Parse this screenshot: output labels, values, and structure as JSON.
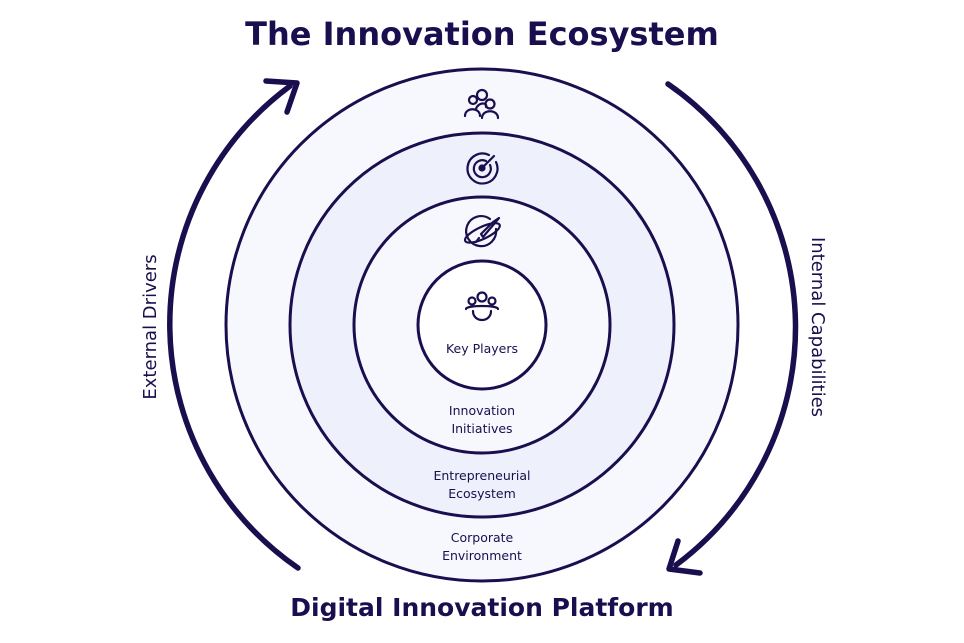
{
  "title": "The Innovation Ecosystem",
  "platform_label": "Digital Innovation Platform",
  "left_label": "External Drivers",
  "right_label": "Internal Capabilities",
  "rings": {
    "outer": {
      "line1": "Corporate",
      "line2": "Environment",
      "icon": "people-group-icon"
    },
    "second": {
      "line1": "Entrepreneurial",
      "line2": "Ecosystem",
      "icon": "target-radar-icon"
    },
    "third": {
      "line1": "Innovation",
      "line2": "Initiatives",
      "icon": "rocket-planet-icon"
    },
    "core": {
      "label": "Key Players",
      "icon": "team-members-icon"
    }
  },
  "colors": {
    "ink": "#1a0e4f",
    "ring_fill_light": "#f7f8fd",
    "ring_fill_tint": "#eef0fb",
    "background": "#ffffff"
  }
}
